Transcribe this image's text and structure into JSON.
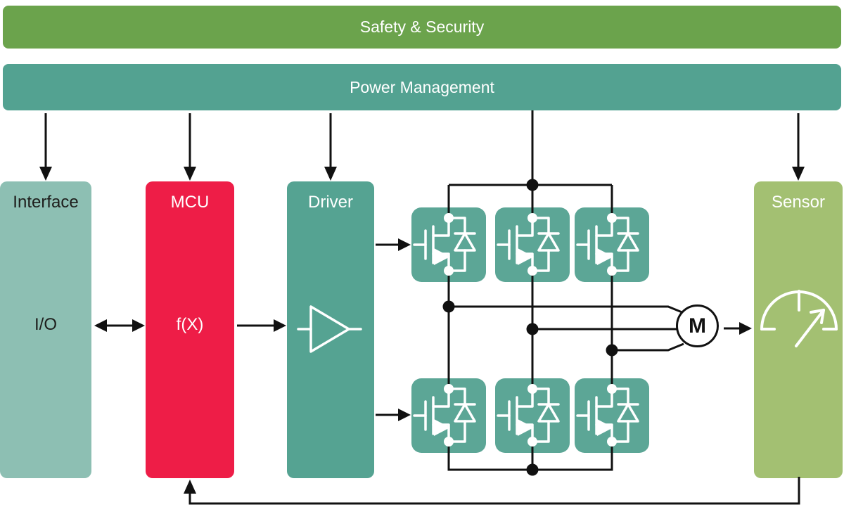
{
  "colors": {
    "safety_bar": "#6ba34c",
    "power_bar": "#53a291",
    "interface_block": "#8dbfb3",
    "mcu_block": "#ee1d47",
    "driver_block": "#55a392",
    "cell_block": "#5ca696",
    "sensor_block": "#a3c072",
    "wire": "#111111",
    "dark_text": "#1d1d1b",
    "light_text": "#ffffff"
  },
  "bars": {
    "safety": {
      "label": "Safety & Security"
    },
    "power": {
      "label": "Power Management"
    }
  },
  "blocks": {
    "interface": {
      "title": "Interface",
      "center_label": "I/O"
    },
    "mcu": {
      "title": "MCU",
      "center_label": "f(X)"
    },
    "driver": {
      "title": "Driver"
    },
    "sensor": {
      "title": "Sensor"
    }
  },
  "inverter": {
    "cell_count": 6,
    "rows": 2,
    "columns": 3
  },
  "motor": {
    "label": "M"
  },
  "icons": {
    "driver": "amplifier-icon",
    "sensor": "gauge-icon",
    "inverter_cell": "igbt-transistor-icon",
    "motor": "motor-symbol"
  }
}
